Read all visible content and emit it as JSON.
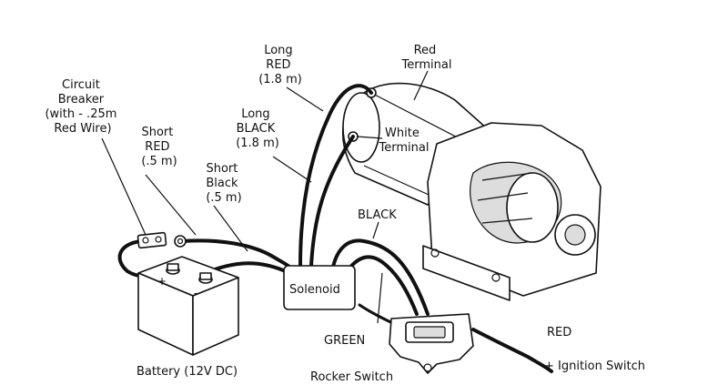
{
  "labels": {
    "circuit_breaker": [
      "Circuit",
      "Breaker",
      "(with - .25m",
      "Red Wire)"
    ],
    "short_red": [
      "Short",
      "RED",
      "(.5 m)"
    ],
    "short_black": [
      "Short",
      "Black",
      "(.5 m)"
    ],
    "long_red": [
      "Long",
      "RED",
      "(1.8 m)"
    ],
    "long_black": [
      "Long",
      "BLACK",
      "(1.8 m)"
    ],
    "red_terminal": [
      "Red",
      "Terminal"
    ],
    "white_terminal": [
      "White",
      "Terminal"
    ],
    "black": "BLACK",
    "green": "GREEN",
    "solenoid": "Solenoid",
    "battery": "Battery (12V DC)",
    "rocker_switch": "Rocker Switch",
    "red": "RED",
    "ignition_switch": "+ Ignition Switch"
  },
  "battery_terminals": {
    "positive": "+",
    "negative": "-"
  }
}
